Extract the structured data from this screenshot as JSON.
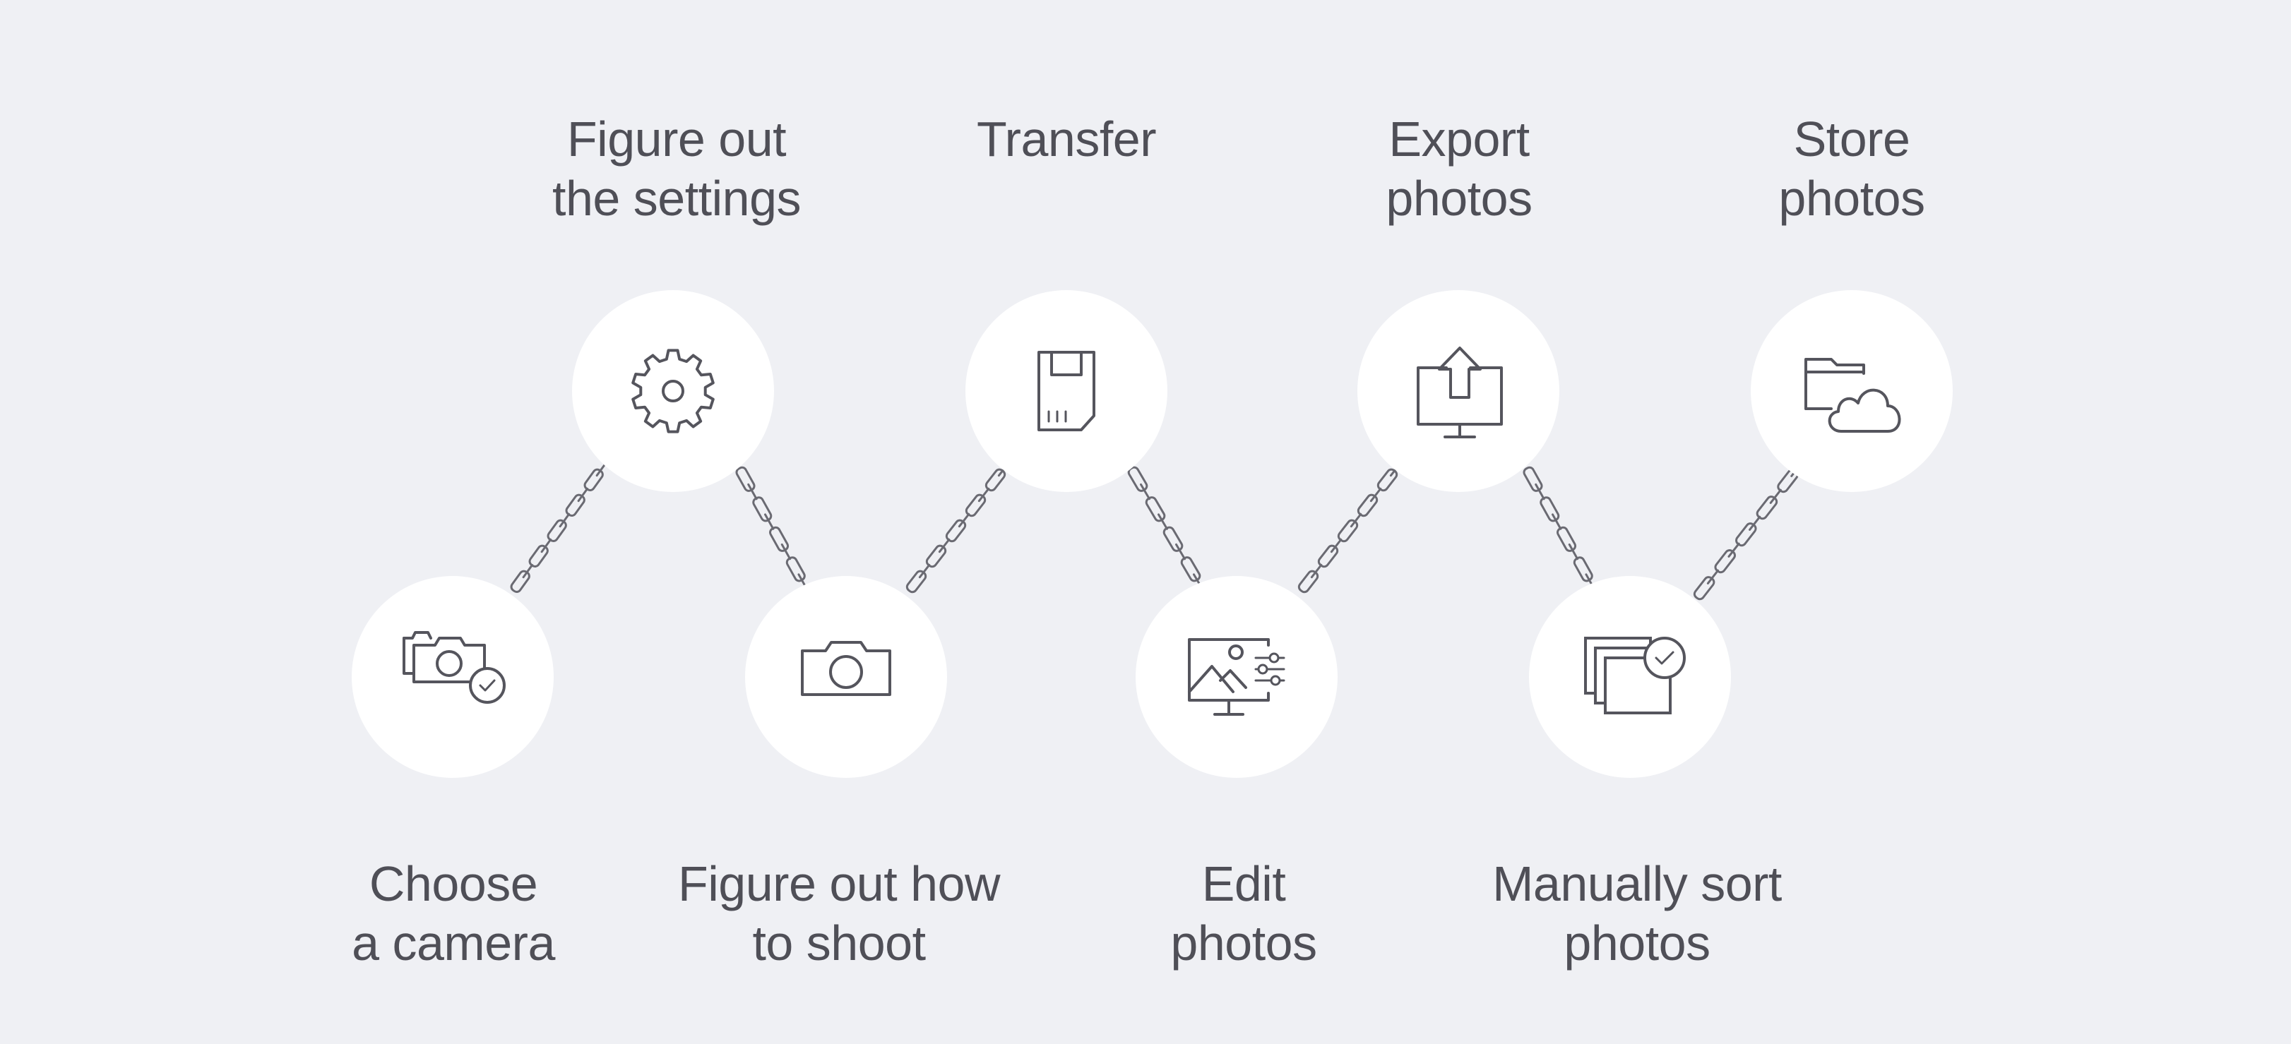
{
  "steps": [
    {
      "id": "choose-camera",
      "line1": "Choose",
      "line2": "a camera",
      "icon": "camera-check-icon"
    },
    {
      "id": "figure-settings",
      "line1": "Figure out",
      "line2": "the settings",
      "icon": "gear-icon"
    },
    {
      "id": "figure-shoot",
      "line1": "Figure out how",
      "line2": "to shoot",
      "icon": "camera-icon"
    },
    {
      "id": "transfer",
      "line1": "Transfer",
      "line2": "",
      "icon": "sd-card-icon"
    },
    {
      "id": "edit-photos",
      "line1": "Edit",
      "line2": "photos",
      "icon": "photo-edit-monitor-icon"
    },
    {
      "id": "export-photos",
      "line1": "Export",
      "line2": "photos",
      "icon": "export-monitor-icon"
    },
    {
      "id": "sort-photos",
      "line1": "Manually sort",
      "line2": "photos",
      "icon": "photo-stack-check-icon"
    },
    {
      "id": "store-photos",
      "line1": "Store",
      "line2": "photos",
      "icon": "folder-cloud-icon"
    }
  ],
  "connector": {
    "icon": "chain-link-icon"
  },
  "colors": {
    "background": "#eff0f4",
    "circle": "#ffffff",
    "text": "#4f4f57",
    "icon": "#55555d"
  }
}
